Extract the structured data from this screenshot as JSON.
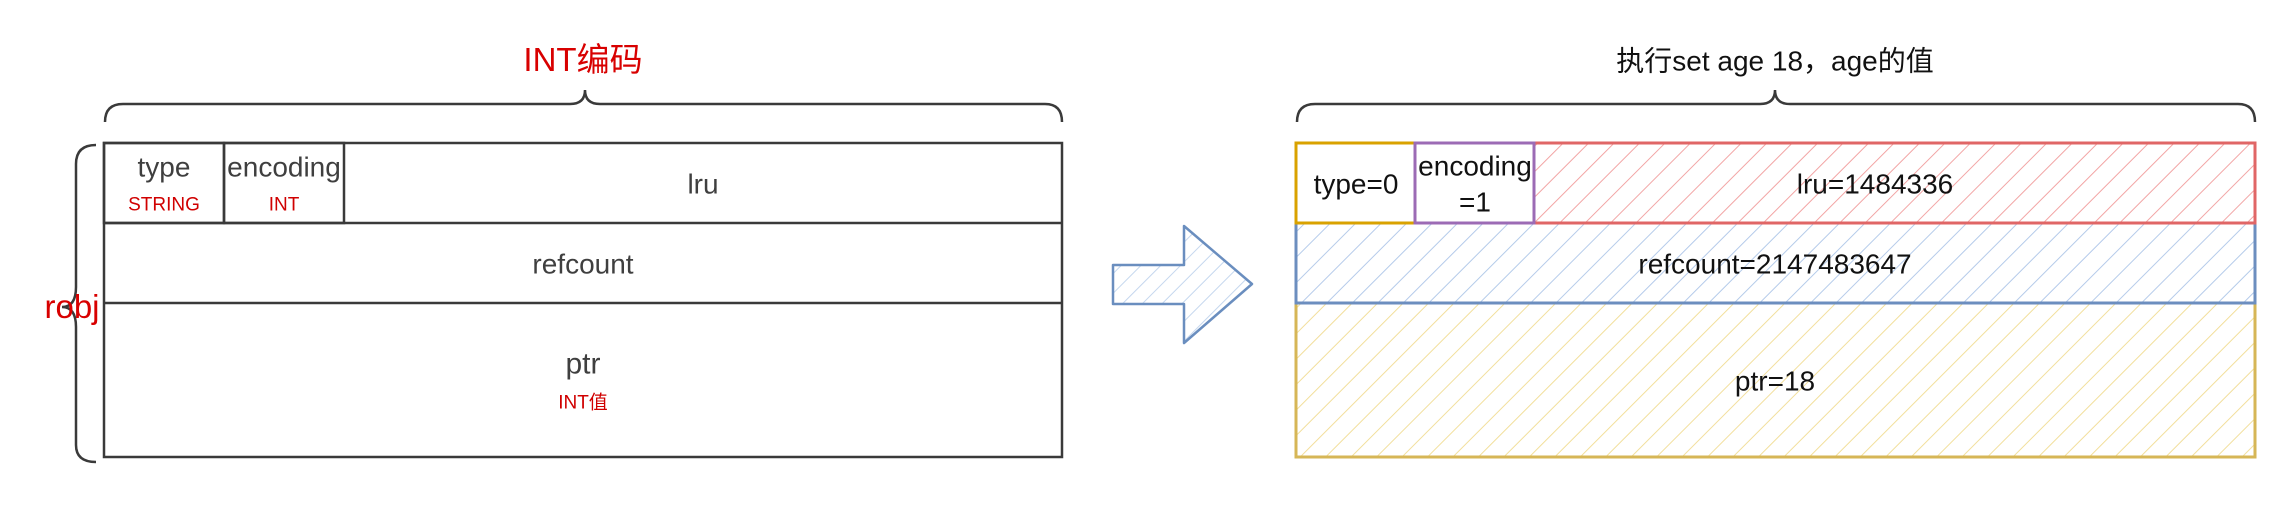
{
  "left": {
    "title": "INT编码",
    "robj_label": "robj",
    "fields": {
      "type": {
        "label": "type",
        "sub": "STRING"
      },
      "encoding": {
        "label": "encoding",
        "sub": "INT"
      },
      "lru": {
        "label": "lru"
      },
      "refcount": {
        "label": "refcount"
      },
      "ptr": {
        "label": "ptr",
        "sub": "INT值"
      }
    }
  },
  "right": {
    "title": "执行set age 18，age的值",
    "fields": {
      "type": "type=0",
      "encoding_line1": "encoding",
      "encoding_line2": "=1",
      "lru": "lru=1484336",
      "refcount": "refcount=2147483647",
      "ptr": "ptr=18"
    }
  },
  "colors": {
    "outline": "#3a3a3a",
    "red_text": "#d80000",
    "arrow": "#6a8ebf",
    "type_box": "#d9a200",
    "encoding_box": "#9c6bb5",
    "lru_box": "#e06666",
    "refcount_box": "#6c8ebf",
    "ptr_box": "#d6b656"
  }
}
